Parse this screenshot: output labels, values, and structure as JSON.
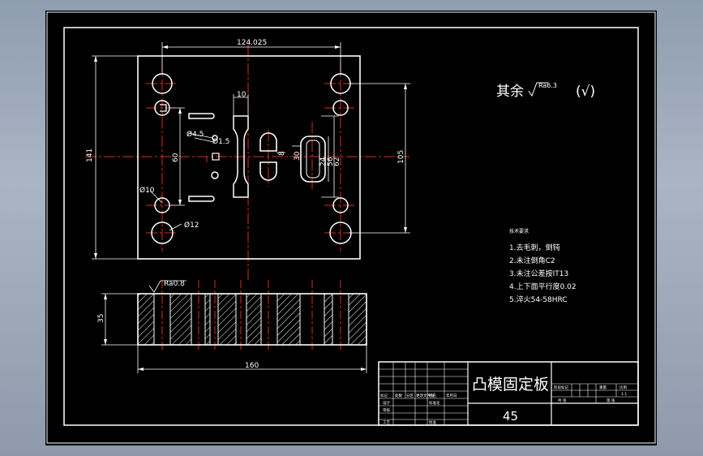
{
  "drawing": {
    "title": "凸模固定板",
    "material": "45",
    "surface_note": {
      "prefix": "其余",
      "value": "Ra6.3",
      "suffix": "(√)"
    },
    "tech_requirements_heading": "技术要求",
    "tech_requirements": [
      "1.去毛刺，倒钝",
      "2.未注倒角C2",
      "3.未注公差按IT13",
      "4.上下面平行度0.02",
      "5.淬火54-58HRC"
    ],
    "section_roughness": "Ra0.8"
  },
  "dimensions": {
    "width_top": "124.025",
    "height_left": "141",
    "hole_spacing_v": "60",
    "height_right": "105",
    "slot_width": "10",
    "hole_small": "Ø4.5",
    "hole_small_2": "Ø1.5",
    "hole_mid": "Ø10",
    "hole_big": "Ø12",
    "slot_dim_a": "8",
    "slot_dim_b": "30",
    "slot_dim_c": "24",
    "slot_dim_d": "56",
    "slot_dim_e": "62",
    "section_thickness": "35",
    "section_length": "160"
  },
  "title_block": {
    "row_labels": [
      "标记",
      "处数",
      "分区",
      "更改文件号",
      "签名",
      "年月日"
    ],
    "role_labels": [
      "设计",
      "审核",
      "工艺"
    ],
    "std_label": "标准化",
    "approve_label": "批准",
    "right_headers": [
      "阶段标记",
      "重量",
      "比例"
    ],
    "scale": "1:1",
    "sheet_total": "共 张",
    "sheet_num": "第 张"
  }
}
